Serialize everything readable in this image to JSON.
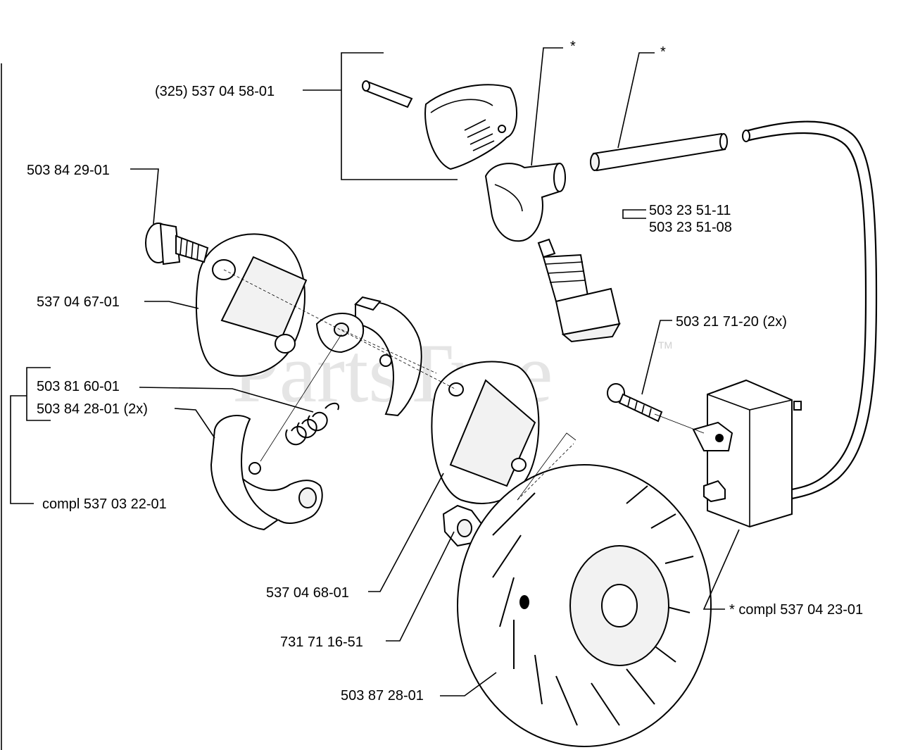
{
  "watermark": "PartsTree",
  "trademark": "TM",
  "asterisk": "*",
  "labels": {
    "p1": "(325) 537 04 58-01",
    "p2": "503 84 29-01",
    "p3": "503 23 51-11",
    "p4": "503 23 51-08",
    "p5": "537 04 67-01",
    "p6": "503 21 71-20 (2x)",
    "p7": "503 81 60-01",
    "p8": "503 84 28-01 (2x)",
    "p9": "compl 537 03 22-01",
    "p10": "537 04 68-01",
    "p11": "* compl 537 04 23-01",
    "p12": "731 71 16-51",
    "p13": "503 87 28-01"
  }
}
